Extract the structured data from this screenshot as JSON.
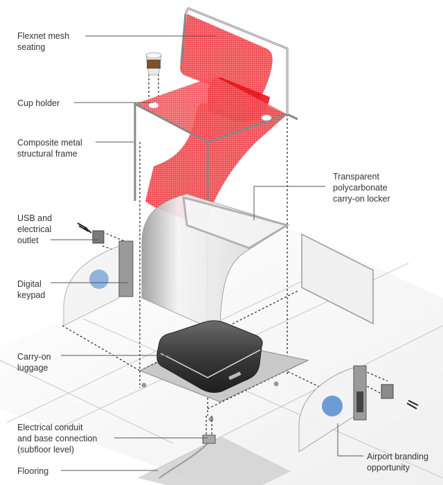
{
  "diagram": {
    "type": "exploded isometric product diagram",
    "subject": "airport gate seating module with carry-on locker",
    "colors": {
      "mesh": "#e8141b",
      "frame": "#8a8a8a",
      "locker": "#d9d9d9",
      "luggage": "#3c3c3c",
      "branding_logo": "#3f7fc8",
      "text": "#333333"
    },
    "labels": [
      {
        "id": "flexnet",
        "text": "Flexnet mesh\nseating"
      },
      {
        "id": "cup",
        "text": "Cup holder"
      },
      {
        "id": "frame",
        "text": "Composite metal\nstructural frame"
      },
      {
        "id": "locker",
        "text": "Transparent\npolycarbonate\ncarry-on locker"
      },
      {
        "id": "usb",
        "text": "USB and\nelectrical\noutlet"
      },
      {
        "id": "keypad",
        "text": "Digital\nkeypad"
      },
      {
        "id": "luggage",
        "text": "Carry-on\nluggage"
      },
      {
        "id": "conduit",
        "text": "Electrical conduit\nand base connection\n(subfloor level)"
      },
      {
        "id": "flooring",
        "text": "Flooring"
      },
      {
        "id": "branding",
        "text": "Airport branding\nopportunity"
      }
    ]
  }
}
